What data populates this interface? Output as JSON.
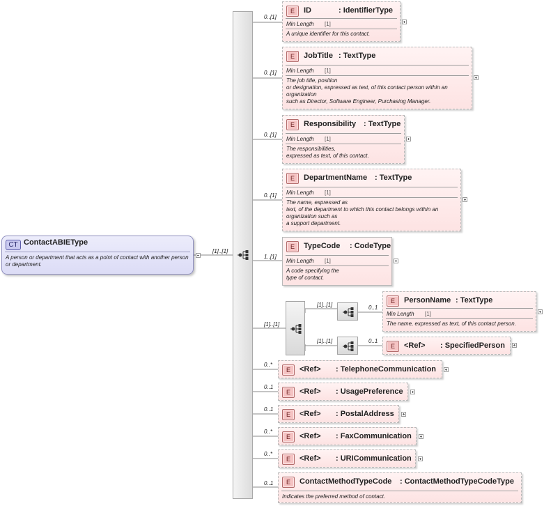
{
  "root": {
    "badge": "CT",
    "name": "ContactABIEType",
    "description": "A person or department that acts as a point of contact with another person or department.",
    "cardinality": "[1]..[1]"
  },
  "sequence_cardinality": "[1]..[1]",
  "elements": [
    {
      "badge": "E",
      "name": "ID",
      "type": ": IdentifierType",
      "cardinality": "0..[1]",
      "prop_label": "Min Length",
      "prop_value": "[1]",
      "description": "A unique identifier for this contact."
    },
    {
      "badge": "E",
      "name": "JobTitle",
      "type": ": TextType",
      "cardinality": "0..[1]",
      "prop_label": "Min Length",
      "prop_value": "[1]",
      "description": "The job title, position\nor designation, expressed as text, of this contact person within an organization\nsuch as Director, Software Engineer, Purchasing Manager."
    },
    {
      "badge": "E",
      "name": "Responsibility",
      "type": ": TextType",
      "cardinality": "0..[1]",
      "prop_label": "Min Length",
      "prop_value": "[1]",
      "description": "The responsibilities,\nexpressed as text, of this contact."
    },
    {
      "badge": "E",
      "name": "DepartmentName",
      "type": ": TextType",
      "cardinality": "0..[1]",
      "prop_label": "Min Length",
      "prop_value": "[1]",
      "description": "The name, expressed as\ntext, of the department to which this contact belongs within an organization such as\na support department."
    },
    {
      "badge": "E",
      "name": "TypeCode",
      "type": ": CodeType",
      "cardinality": "1..[1]",
      "prop_label": "Min Length",
      "prop_value": "[1]",
      "description": "A code specifying the\ntype of contact."
    }
  ],
  "choice": {
    "cardinality": "[1]..[1]",
    "branches": [
      {
        "cardinality": "[1]..[1]",
        "element": {
          "badge": "E",
          "name": "PersonName",
          "type": ": TextType",
          "cardinality": "0..1",
          "prop_label": "Min Length",
          "prop_value": "[1]",
          "description": "The name, expressed as text, of this contact person."
        }
      },
      {
        "cardinality": "[1]..[1]",
        "element": {
          "badge": "E",
          "ref": "<Ref>",
          "name": ": SpecifiedPerson",
          "cardinality": "0..1"
        }
      }
    ]
  },
  "refs": [
    {
      "badge": "E",
      "ref": "<Ref>",
      "name": ": TelephoneCommunication",
      "cardinality": "0..*"
    },
    {
      "badge": "E",
      "ref": "<Ref>",
      "name": ": UsagePreference",
      "cardinality": "0..1"
    },
    {
      "badge": "E",
      "ref": "<Ref>",
      "name": ": PostalAddress",
      "cardinality": "0..1"
    },
    {
      "badge": "E",
      "ref": "<Ref>",
      "name": ": FaxCommunication",
      "cardinality": "0..*"
    },
    {
      "badge": "E",
      "ref": "<Ref>",
      "name": ": URICommunication",
      "cardinality": "0..*"
    }
  ],
  "last": {
    "badge": "E",
    "name": "ContactMethodTypeCode",
    "type": ": ContactMethodTypeCodeType",
    "cardinality": "0..1",
    "description": "Indicates the preferred method of contact."
  }
}
